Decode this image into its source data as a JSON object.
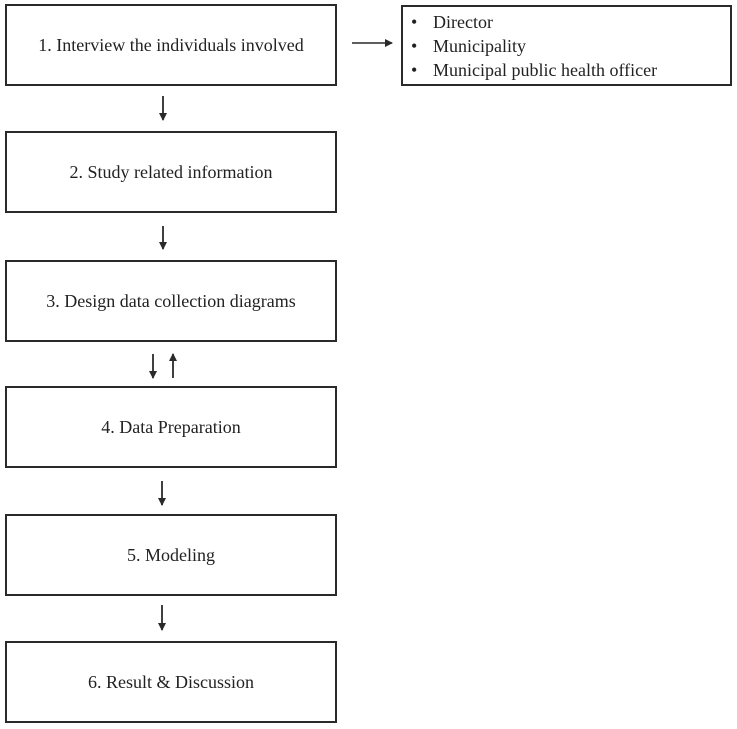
{
  "steps": [
    "1. Interview the individuals involved",
    "2. Study related information",
    "3. Design data collection diagrams",
    "4. Data Preparation",
    "5. Modeling",
    "6. Result & Discussion"
  ],
  "stakeholders": [
    "Director",
    "Municipality",
    "Municipal public health officer"
  ]
}
